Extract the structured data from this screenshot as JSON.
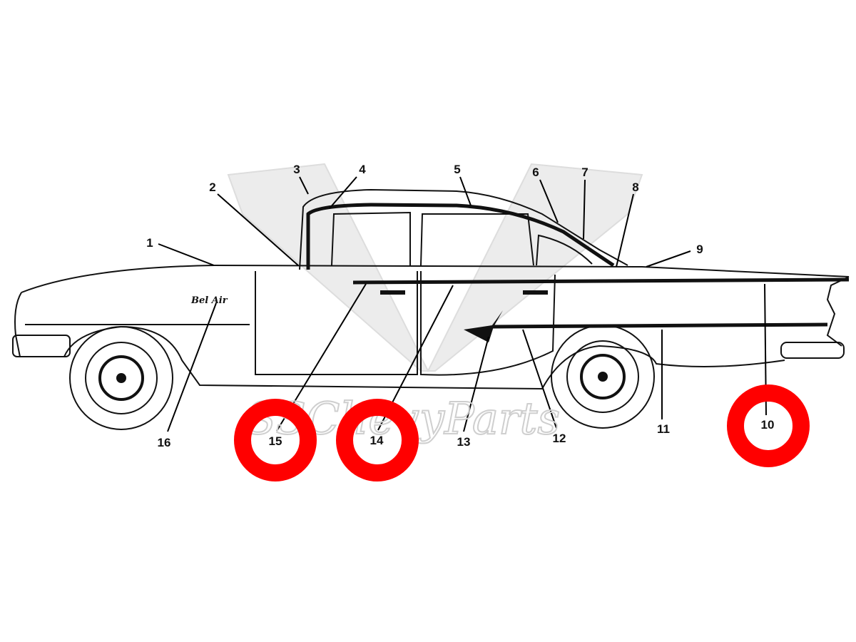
{
  "diagram": {
    "watermark": "SSChevyParts",
    "emblem_text": "Bel Air",
    "highlight_color": "#ff0000",
    "callouts": [
      {
        "label": "1"
      },
      {
        "label": "2"
      },
      {
        "label": "3"
      },
      {
        "label": "4"
      },
      {
        "label": "5"
      },
      {
        "label": "6"
      },
      {
        "label": "7"
      },
      {
        "label": "8"
      },
      {
        "label": "9"
      },
      {
        "label": "10"
      },
      {
        "label": "11"
      },
      {
        "label": "12"
      },
      {
        "label": "13"
      },
      {
        "label": "14"
      },
      {
        "label": "15"
      },
      {
        "label": "16"
      }
    ],
    "highlighted": [
      "15",
      "14",
      "10"
    ]
  }
}
